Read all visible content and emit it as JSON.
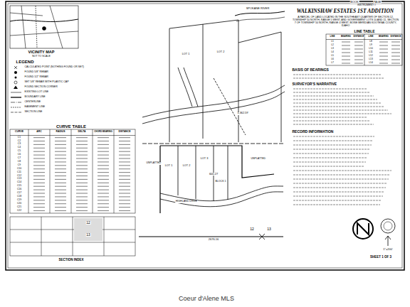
{
  "diagram": {
    "title": "WALKINSHAW ESTATES 1ST ADDITION",
    "labels": [
      "BOOK",
      "PAGE",
      "INSTRUMENT #",
      "A PARCEL OF LAND LOCATED IN THE SOUTHEAST QUARTER OF SECTION 12, TOWNSHIP 50 NORTH, RANGE 5 WEST, AND GOVERNMENT LOTS 10 AND 11, SECTION 7 OF TOWNSHIP 50 NORTH, RANGE 4 WEST, BOISE MERIDIAN KOOTENAI COUNTY, IDAHO",
      "VICINITY MAP",
      "NOT TO SCALE",
      "LEGEND",
      "CURVE TABLE",
      "SECTION INDEX",
      "LINE TABLE",
      "BASIS OF BEARINGS",
      "SURVEYOR'S NARRATIVE",
      "RECORD INFORMATION",
      "SPOKANE RIVER",
      "HIGHLAND DRIVE",
      "1,362.59'",
      "600.27",
      "2676.16",
      "SHEET 1 OF 3",
      "Coeur d'Alene MLS",
      "12",
      "13",
      "12",
      "13",
      "1\"=200'",
      "UNPLATTED",
      "UNPLATTED",
      "LOT 1",
      "LOT 2",
      "LOT 1",
      "LOT 2",
      "LOT 3",
      "BLOCK 1",
      "CURVE",
      "ARC",
      "RADIUS",
      "DELTA",
      "CHORD BEARING",
      "DISTANCE",
      "C1",
      "C2",
      "C3",
      "C4",
      "C5",
      "C6",
      "C7",
      "C8",
      "C9",
      "C10",
      "C11",
      "C12",
      "C13",
      "C14",
      "C15",
      "C16",
      "C17",
      "C18",
      "C19",
      "C20",
      "C21",
      "C22",
      "LINE",
      "BEARING",
      "DISTANCE",
      "LINE",
      "BEARING",
      "DISTANCE",
      "L1",
      "L2",
      "L3",
      "L4",
      "L5",
      "L6",
      "L7",
      "L8",
      "L9",
      "L10",
      "L11",
      "L12",
      "L13",
      "L14"
    ],
    "legend": [
      {
        "text": "CALCULATED POINT (NOTHING FOUND OR SET)"
      },
      {
        "text": "FOUND 5/8\" REBAR"
      },
      {
        "text": "FOUND 1/2\" REBAR"
      },
      {
        "text": "SET 5/8\" REBAR WITH PLASTIC CAP"
      },
      {
        "text": "FOUND SECTION CORNER"
      },
      {
        "text": "EXISTING LOT LINE"
      },
      {
        "text": "BOUNDARY LINE"
      },
      {
        "text": "CENTERLINE"
      },
      {
        "text": "EASEMENT LINE"
      },
      {
        "text": "SECTION LINE"
      }
    ]
  }
}
